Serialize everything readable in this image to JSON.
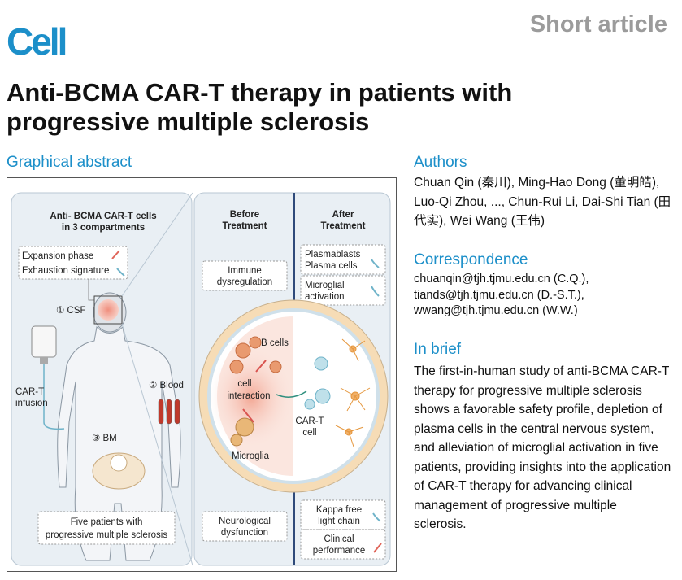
{
  "header": {
    "logo": "Cell",
    "article_type": "Short article",
    "title": "Anti-BCMA CAR-T therapy in patients with progressive multiple sclerosis"
  },
  "graphical_abstract": {
    "heading": "Graphical abstract",
    "left_panel": {
      "title_line1": "Anti- BCMA CAR-T cells",
      "title_line2": "in 3 compartments",
      "expansion": "Expansion phase",
      "exhaustion": "Exhaustion signature",
      "csf": "① CSF",
      "blood": "② Blood",
      "bm": "③ BM",
      "cart_infusion_line1": "CAR-T",
      "cart_infusion_line2": "infusion",
      "patients_line1": "Five patients with",
      "patients_line2": "progressive multiple sclerosis"
    },
    "right_panel": {
      "before_line1": "Before",
      "before_line2": "Treatment",
      "after_line1": "After",
      "after_line2": "Treatment",
      "immune_line1": "Immune",
      "immune_line2": "dysregulation",
      "plasmablasts": "Plasmablasts",
      "plasma_cells": "Plasma cells",
      "microglial_line1": "Microglial",
      "microglial_line2": "activation",
      "b_cells": "B cells",
      "cell_interaction_line1": "cell",
      "cell_interaction_line2": "interaction",
      "cart_cell_line1": "CAR-T",
      "cart_cell_line2": "cell",
      "microglia": "Microglia",
      "neuro_line1": "Neurological",
      "neuro_line2": "dysfunction",
      "kappa_line1": "Kappa free",
      "kappa_line2": "light chain",
      "clinical_line1": "Clinical",
      "clinical_line2": "performance"
    }
  },
  "authors": {
    "heading": "Authors",
    "text": "Chuan Qin (秦川), Ming-Hao Dong (董明皓), Luo-Qi Zhou, ..., Chun-Rui Li, Dai-Shi Tian (田代实), Wei Wang (王伟)"
  },
  "correspondence": {
    "heading": "Correspondence",
    "line1": "chuanqin@tjh.tjmu.edu.cn (C.Q.),",
    "line2": "tiands@tjh.tjmu.edu.cn (D.-S.T.),",
    "line3": "wwang@tjh.tjmu.edu.cn (W.W.)"
  },
  "in_brief": {
    "heading": "In brief",
    "text": "The first-in-human study of anti-BCMA CAR-T therapy for progressive multiple sclerosis shows a favorable safety profile, depletion of plasma cells in the central nervous system, and alleviation of microglial activation in five patients, providing insights into the application of CAR-T therapy for advancing clinical management of progressive multiple sclerosis."
  },
  "colors": {
    "brand_blue": "#1c8fc9",
    "header_gray": "#9b9b9b",
    "arrow_up_red": "#e0655a",
    "arrow_down_blue": "#6fb3c9"
  }
}
